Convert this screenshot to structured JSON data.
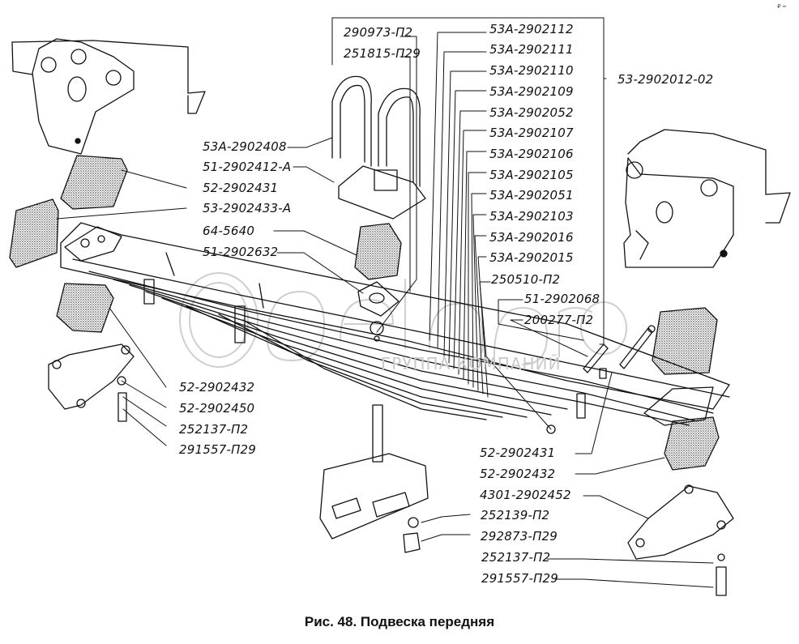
{
  "figure": {
    "caption": "Рис. 48. Подвеска передняя",
    "corner_mark": "₽ ═",
    "watermark": {
      "logo_text": "белагро",
      "subtitle": "ГРУППА КОМПАНИЙ"
    }
  },
  "labels": {
    "top_box": [
      "290973-П2",
      "251815-П29"
    ],
    "leaf_stack": [
      "53А-2902112",
      "53А-2902111",
      "53А-2902110",
      "53А-2902109",
      "53А-2902052",
      "53А-2902107",
      "53А-2902106",
      "53А-2902105",
      "53А-2902051",
      "53А-2902103",
      "53А-2902016",
      "53А-2902015"
    ],
    "assembly": "53-2902012-02",
    "mid_right": [
      "250510-П2",
      "51-2902068",
      "200277-П2"
    ],
    "left_upper": [
      "53А-2902408",
      "51-2902412-А",
      "52-2902431",
      "53-2902433-А",
      "64-5640",
      "51-2902632"
    ],
    "left_lower": [
      "52-2902432",
      "52-2902450",
      "252137-П2",
      "291557-П29"
    ],
    "right_lower": [
      "52-2902431",
      "52-2902432",
      "4301-2902452",
      "252139-П2",
      "292873-П29",
      "252137-П2",
      "291557-П29"
    ]
  }
}
